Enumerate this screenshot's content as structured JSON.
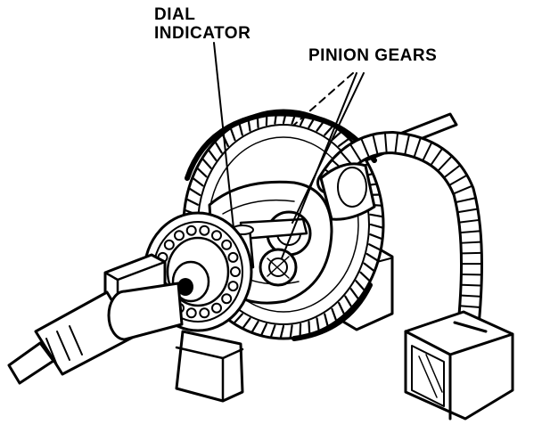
{
  "labels": {
    "dial_indicator_line1": "DIAL",
    "dial_indicator_line2": "INDICATOR",
    "pinion_gears": "PINION GEARS"
  },
  "colors": {
    "ink": "#000000",
    "paper": "#ffffff"
  }
}
